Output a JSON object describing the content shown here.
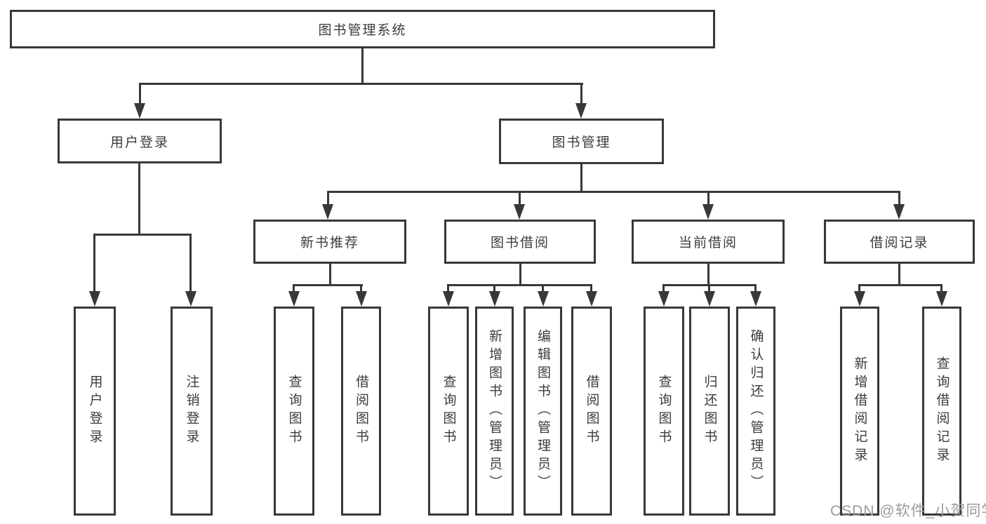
{
  "root": {
    "label": "图书管理系统"
  },
  "level2": [
    {
      "id": "user-login",
      "label": "用户登录"
    },
    {
      "id": "book-management",
      "label": "图书管理"
    }
  ],
  "level3": [
    {
      "id": "new-book-recommend",
      "label": "新书推荐"
    },
    {
      "id": "book-borrow",
      "label": "图书借阅"
    },
    {
      "id": "current-borrow",
      "label": "当前借阅"
    },
    {
      "id": "borrow-records",
      "label": "借阅记录"
    }
  ],
  "level4": {
    "user_login": [
      {
        "label": "用户登录"
      },
      {
        "label": "注销登录"
      }
    ],
    "new_book_recommend": [
      {
        "label": "查询图书"
      },
      {
        "label": "借阅图书"
      }
    ],
    "book_borrow": [
      {
        "label": "查询图书"
      },
      {
        "label": "新增图书（管理员）"
      },
      {
        "label": "编辑图书（管理员）"
      },
      {
        "label": "借阅图书"
      }
    ],
    "current_borrow": [
      {
        "label": "查询图书"
      },
      {
        "label": "归还图书"
      },
      {
        "label": "确认归还（管理员）"
      }
    ],
    "borrow_records": [
      {
        "label": "新增借阅记录"
      },
      {
        "label": "查询借阅记录"
      }
    ]
  },
  "watermark": {
    "text": "CSDN @软件_小贺同学"
  },
  "colors": {
    "line": "#383838",
    "text": "#3c3c3c",
    "background": "#ffffff",
    "watermark": "#9b9b9b"
  }
}
